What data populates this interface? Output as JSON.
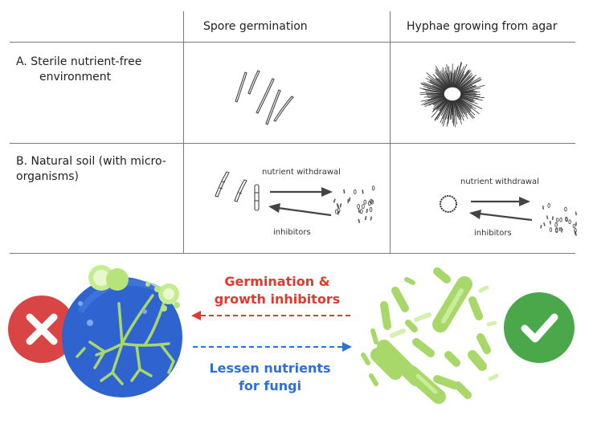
{
  "table": {
    "col_headers": [
      "Spore germination",
      "Hyphae growing from agar"
    ],
    "rows": [
      {
        "label_line1": "A. Sterile nutrient-free",
        "label_line2": "environment"
      },
      {
        "label_line1": "B. Natural soil (with micro-",
        "label_line2": "organisms)"
      }
    ],
    "arrow_labels": {
      "nutrient": "nutrient withdrawal",
      "inhibitors": "inhibitors"
    }
  },
  "bottom": {
    "red_caption_line1": "Germination &",
    "red_caption_line2": "growth inhibitors",
    "blue_caption_line1": "Lessen nutrients",
    "blue_caption_line2": "for fungi"
  },
  "colors": {
    "red": "#e03a2f",
    "blue": "#2f6fd8",
    "fungus_ball": "#2f63cf",
    "bacteria": "#a9d86a",
    "check_green": "#4aa84a",
    "cross_red": "#d94545"
  },
  "icons": [
    "cross-icon",
    "check-icon",
    "fungus-icon",
    "bacteria-icon"
  ]
}
